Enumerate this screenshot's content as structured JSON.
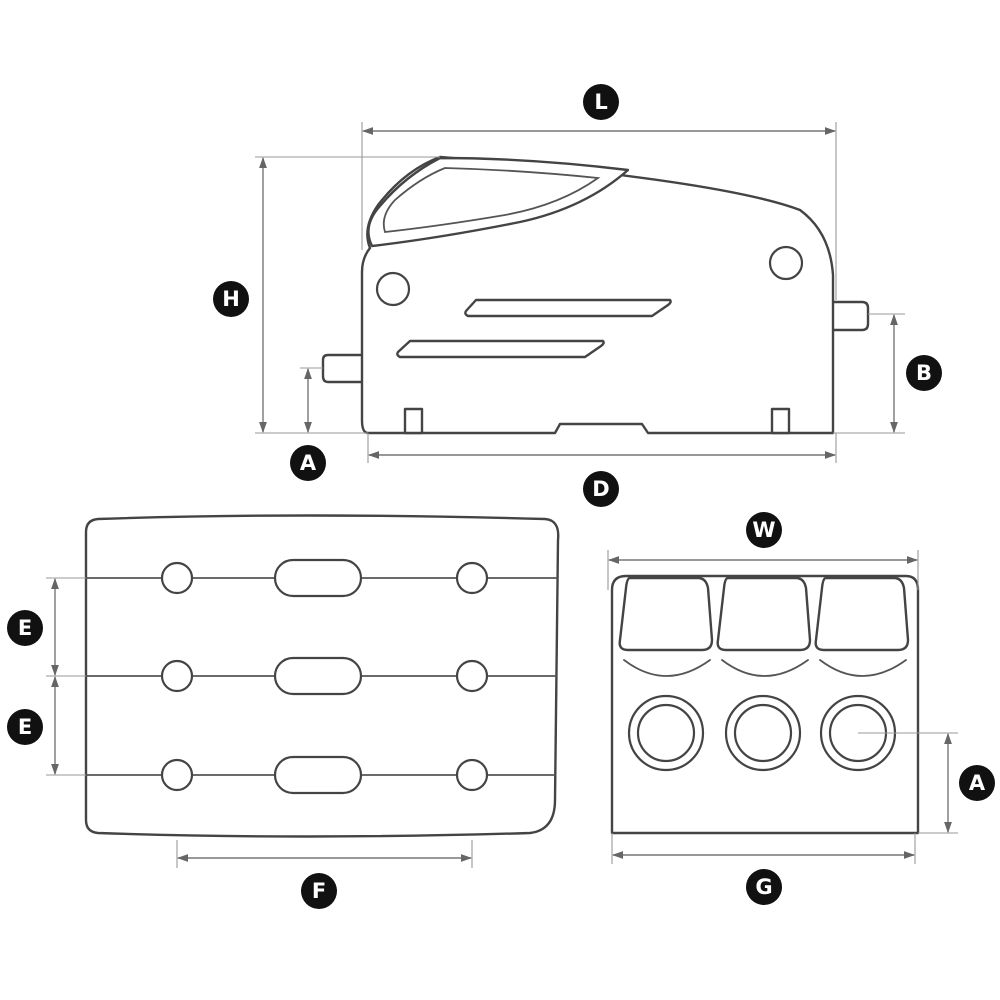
{
  "dimension_labels": {
    "L": "L",
    "H": "H",
    "A_side": "A",
    "B": "B",
    "D": "D",
    "E_top": "E",
    "E_bottom": "E",
    "F": "F",
    "W": "W",
    "A_front": "A",
    "G": "G"
  }
}
